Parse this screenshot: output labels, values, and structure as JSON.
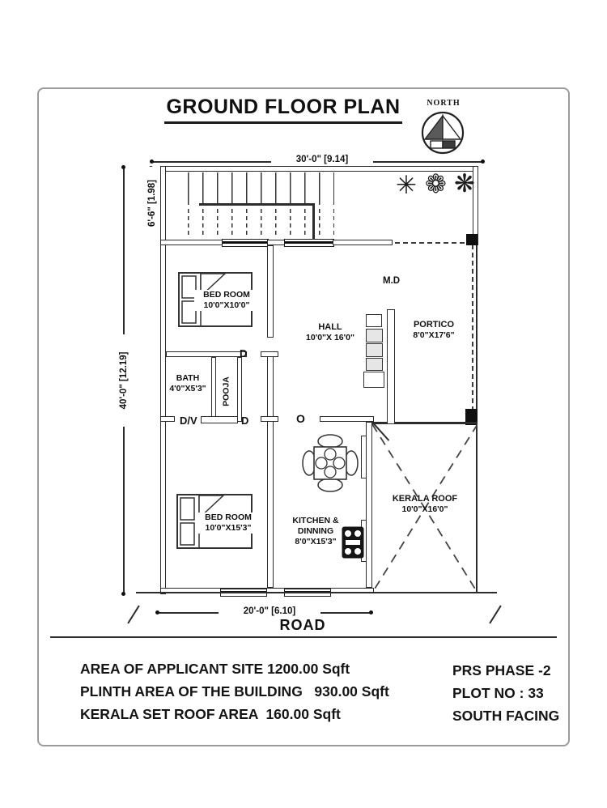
{
  "title": "GROUND FLOOR PLAN",
  "north": {
    "label": "NORTH"
  },
  "dim": {
    "top": "30'-0\" [9.14]",
    "left_outer": "40'-0\" [12.19]",
    "left_inner": "6'-6\" [1.98]",
    "bottom": "20'-0\" [6.10]"
  },
  "rooms": {
    "bedroom1": {
      "name": "BED ROOM",
      "size": "10'0\"X10'0\""
    },
    "bedroom2": {
      "name": "BED ROOM",
      "size": "10'0\"X15'3\""
    },
    "hall": {
      "name": "HALL",
      "size": "10'0\"X 16'0\""
    },
    "portico": {
      "name": "PORTICO",
      "size": "8'0\"X17'6\""
    },
    "bath": {
      "name": "BATH",
      "size": "4'0\"X5'3\""
    },
    "pooja": {
      "name": "POOJA"
    },
    "kitchen": {
      "line1": "KITCHEN &",
      "line2": "DINNING",
      "size": "8'0\"X15'3\""
    },
    "kerala_roof": {
      "name": "KERALA ROOF",
      "size": "10'0\"X16'0\""
    }
  },
  "doors": {
    "main": "M.D",
    "d": "D",
    "dv": "D/V",
    "opening": "O"
  },
  "road": {
    "label": "ROAD"
  },
  "notes": {
    "line1": "AREA OF APPLICANT SITE 1200.00 Sqft",
    "line2": "PLINTH AREA OF THE BUILDING   930.00 Sqft",
    "line3": "KERALA SET ROOF AREA  160.00 Sqft"
  },
  "plot": {
    "line1": "PRS PHASE -2",
    "line2": "PLOT NO : 33",
    "line3": "SOUTH FACING"
  },
  "colors": {
    "ink": "#141414",
    "frame": "#9b9b9b"
  }
}
